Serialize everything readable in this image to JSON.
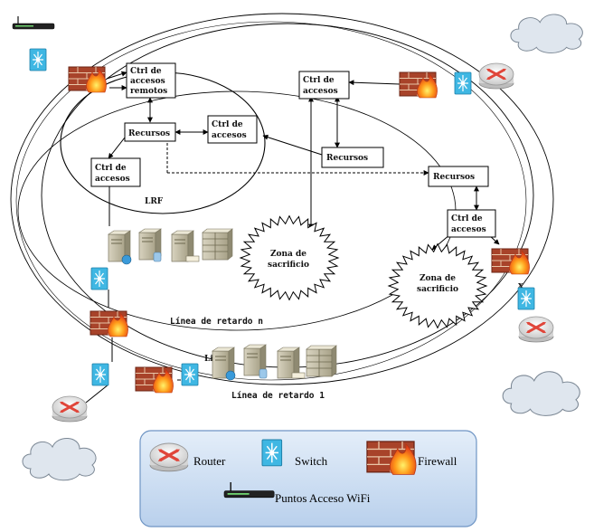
{
  "boxes": {
    "ctrl_remotos": [
      "Ctrl de",
      "accesos",
      "remotos"
    ],
    "recursos_a": "Recursos",
    "ctrl_a": [
      "Ctrl de",
      "accesos"
    ],
    "ctrl_left": [
      "Ctrl de",
      "accesos"
    ],
    "ctrl_top": [
      "Ctrl de",
      "accesos"
    ],
    "recursos_b": "Recursos",
    "recursos_c": "Recursos",
    "ctrl_right": [
      "Ctrl de",
      "accesos"
    ]
  },
  "labels": {
    "lrf": "LRF",
    "linea_n": "Línea de retardo n",
    "linea_1": "Línea de retardo 1",
    "li_fragment": "Li"
  },
  "zones": {
    "zona_center": [
      "Zona de",
      "sacrificio"
    ],
    "zona_right": [
      "Zona de",
      "sacrificio"
    ]
  },
  "legend": {
    "router": "Router",
    "switch": "Switch",
    "firewall": "Firewall",
    "wifi": "Puntos Acceso WiFi"
  },
  "colors": {
    "legend_bg": "#c9dcf0",
    "legend_border": "#6f95c4",
    "firewall_brick": "#a8432a",
    "switch_blue": "#3fb7e3",
    "router_red": "#e0463a",
    "cloud_fill": "#dfe6ee"
  }
}
